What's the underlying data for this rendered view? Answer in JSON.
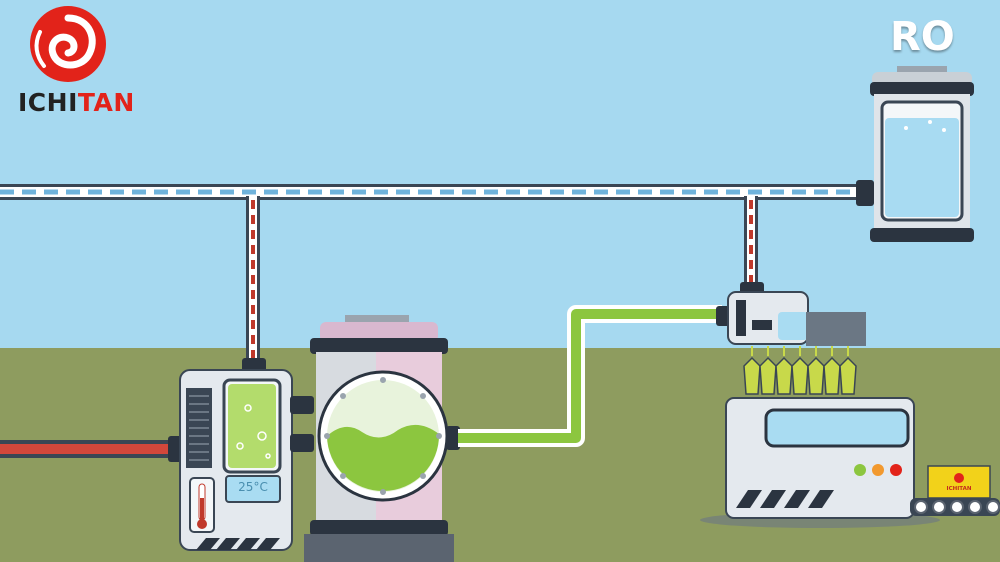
{
  "brand": {
    "name_part1": "ICHI",
    "name_part2": "TAN",
    "small_name": "ICHITAN"
  },
  "ro_tank": {
    "label": "RO"
  },
  "heater": {
    "temperature": "25°C"
  },
  "colors": {
    "sky": "#a6d9f0",
    "ground": "#8e9c5f",
    "pipe_blue": "#6fb3dc",
    "pipe_red": "#c0392b",
    "green_liquid": "#8cc63f",
    "brand_red": "#e2231a",
    "machine_body": "#e4e9ee",
    "box_yellow": "#f2d21a"
  },
  "icons": [
    "swirl-logo-icon",
    "thermometer-icon",
    "fill-nozzle-icon"
  ]
}
